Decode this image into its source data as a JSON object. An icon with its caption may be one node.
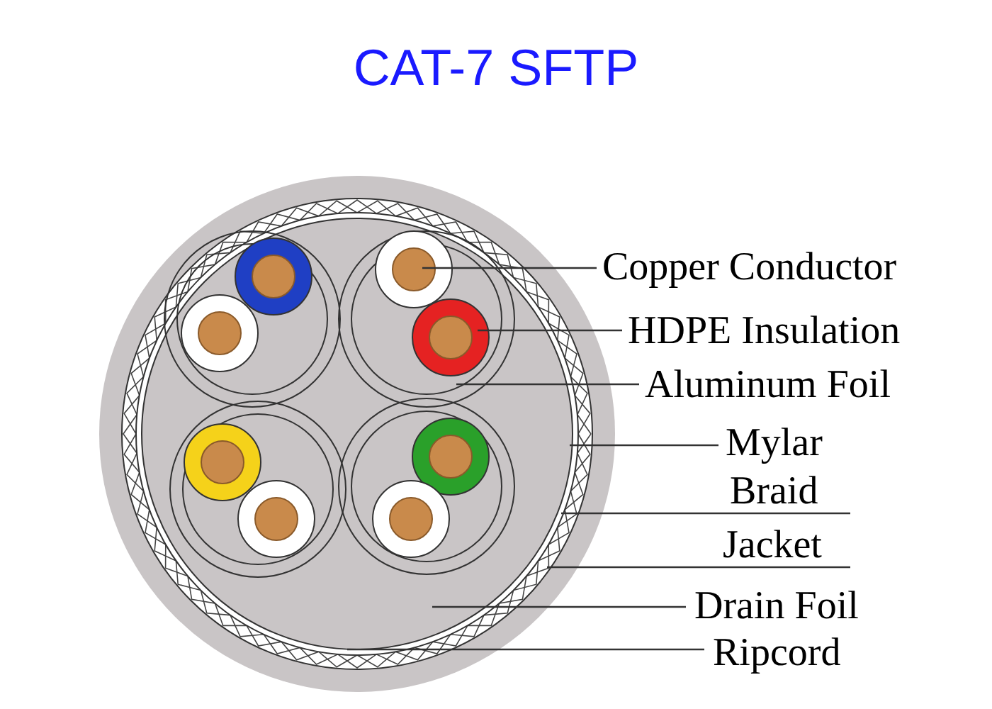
{
  "diagram": {
    "title": "CAT-7 SFTP",
    "nodes": [
      {
        "text": [
          "Copper Conductor"
        ]
      },
      {
        "text": [
          "HDPE Insulation"
        ]
      },
      {
        "text": [
          "Aluminum Foil"
        ]
      },
      {
        "text": [
          "Mylar"
        ]
      },
      {
        "text": [
          "Braid"
        ]
      },
      {
        "text": [
          "Jacket"
        ]
      },
      {
        "text": [
          "Drain Foil"
        ]
      },
      {
        "text": [
          "Ripcord"
        ]
      }
    ],
    "edges": [
      {
        "from": 0,
        "to": null,
        "arrow": "none"
      },
      {
        "from": 1,
        "to": null,
        "arrow": "none"
      },
      {
        "from": 2,
        "to": null,
        "arrow": "none"
      },
      {
        "from": 3,
        "to": null,
        "arrow": "none"
      },
      {
        "from": 4,
        "to": null,
        "arrow": "none"
      },
      {
        "from": 5,
        "to": null,
        "arrow": "none"
      },
      {
        "from": 6,
        "to": null,
        "arrow": "none"
      },
      {
        "from": 7,
        "to": null,
        "arrow": "none"
      }
    ]
  }
}
